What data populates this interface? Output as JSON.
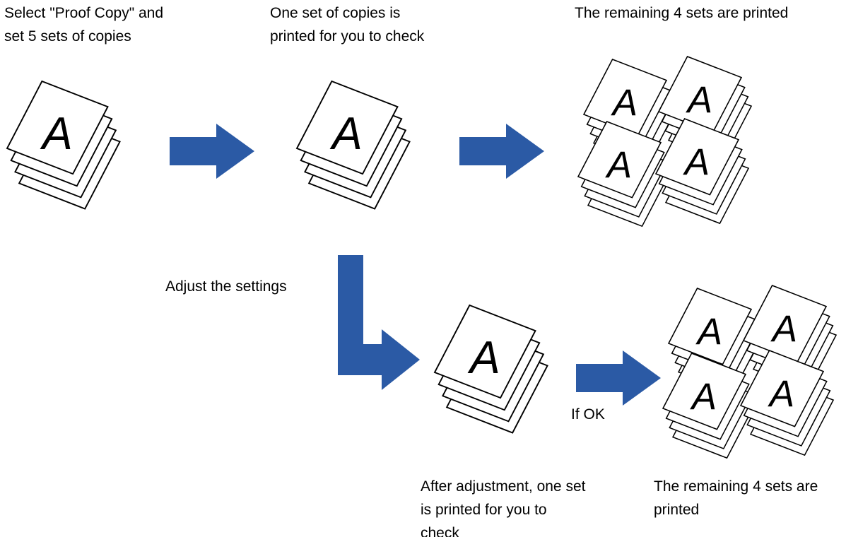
{
  "colors": {
    "arrow": "#2b5aa5",
    "paper_fill": "#ffffff",
    "paper_outline": "#000000",
    "text": "#000000"
  },
  "page_letter": "A",
  "icons": {
    "paper_stack": "stacked-paper-sheets-icon",
    "arrow": "right-arrow-icon",
    "corner_arrow": "down-then-right-arrow-icon"
  },
  "steps": {
    "select": {
      "caption": "Select \"Proof Copy\" and\nset 5 sets of copies"
    },
    "proof": {
      "caption": "One set of copies is\nprinted for you to check"
    },
    "remaining": {
      "caption": "The remaining 4 sets are printed"
    },
    "adjust": {
      "caption": "Adjust the settings"
    },
    "adjusted_proof": {
      "caption": "After adjustment, one set\nis printed for you to\ncheck"
    },
    "if_ok": {
      "caption": "If OK"
    },
    "remaining_after": {
      "caption": "The remaining 4 sets are\nprinted"
    }
  }
}
